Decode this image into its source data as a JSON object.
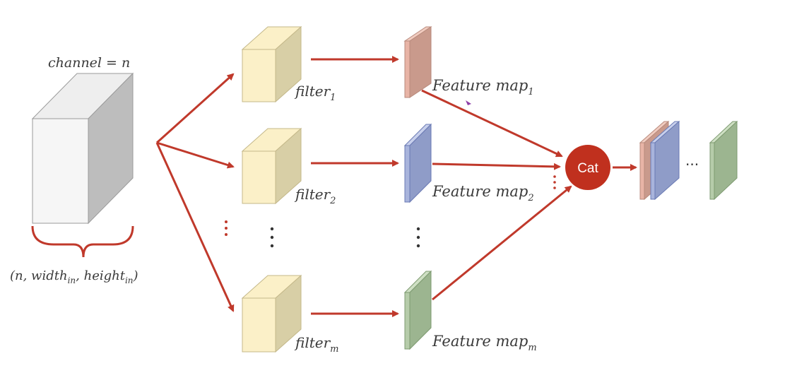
{
  "input": {
    "top_label": "channel = n",
    "bottom_label_prefix": "(n, width",
    "bottom_label_sub1": "in",
    "bottom_label_mid": ", height",
    "bottom_label_sub2": "in",
    "bottom_label_suffix": ")"
  },
  "filters": [
    {
      "base": "filter",
      "sub": "1"
    },
    {
      "base": "filter",
      "sub": "2"
    },
    {
      "base": "filter",
      "sub": "m"
    }
  ],
  "feature_maps": [
    {
      "base": "Feature map",
      "sub": "1"
    },
    {
      "base": "Feature map",
      "sub": "2"
    },
    {
      "base": "Feature map",
      "sub": "m"
    }
  ],
  "concat_node": {
    "label": "Cat"
  },
  "output_ellipsis": "···",
  "colors": {
    "arrow": "#c0392b",
    "filter_front": "#fbf0c8",
    "filter_side": "#d8cfa6",
    "fmap_1": "#e8b4a6",
    "fmap_2": "#a8b4dc",
    "fmap_m": "#b6ccaa",
    "cat_fill": "#c0301e"
  }
}
